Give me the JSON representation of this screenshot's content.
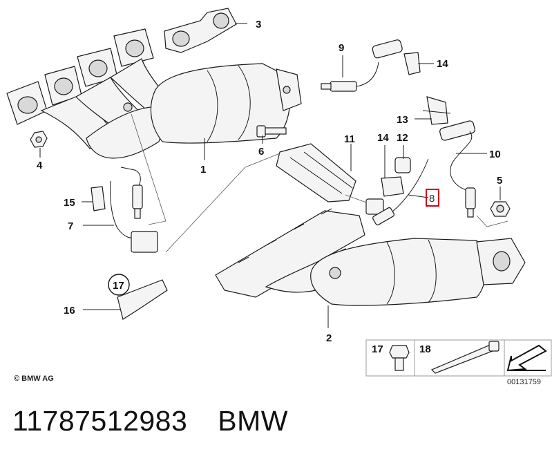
{
  "callouts": {
    "c1": "1",
    "c2": "2",
    "c3": "3",
    "c4": "4",
    "c5": "5",
    "c6": "6",
    "c7": "7",
    "c8": "8",
    "c9": "9",
    "c10": "10",
    "c11": "11",
    "c12": "12",
    "c13": "13",
    "c14a": "14",
    "c14b": "14",
    "c15": "15",
    "c16": "16",
    "c17": "17"
  },
  "legend": {
    "item17": "17",
    "item18": "18",
    "diagram_id": "00131759"
  },
  "copyright": "© BMW AG",
  "footer": {
    "part_number": "11787512983",
    "brand": "BMW"
  },
  "colors": {
    "highlight": "#d0021b"
  }
}
